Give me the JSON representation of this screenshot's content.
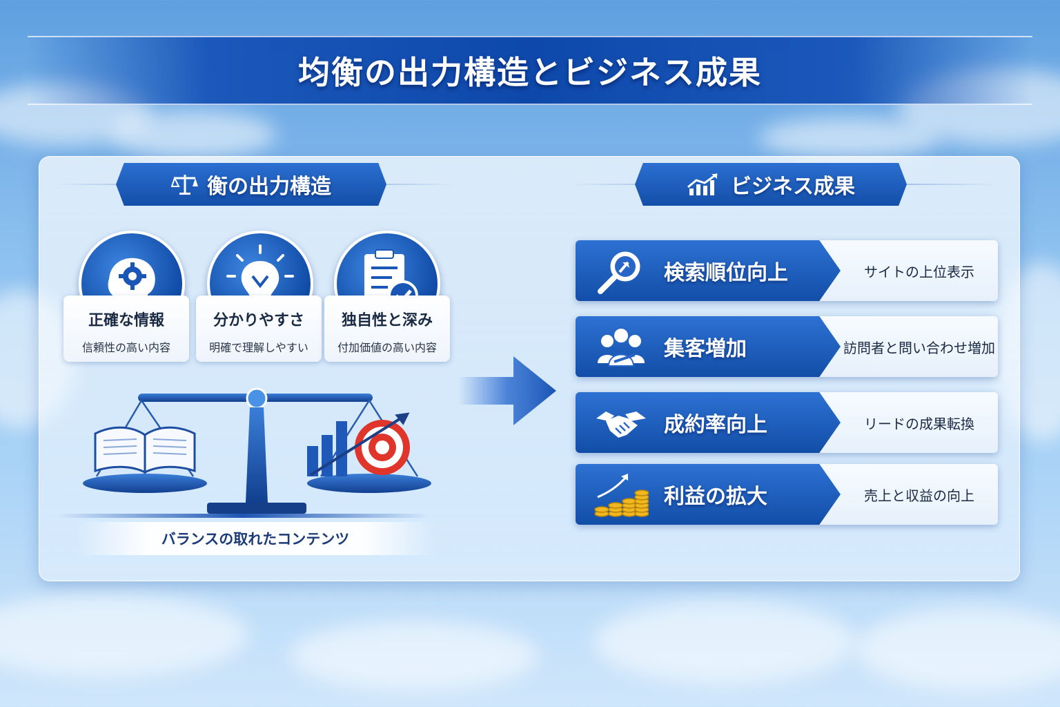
{
  "title": "均衡の出力構造とビジネス成果",
  "left_section": {
    "heading": "衡の出力構造",
    "icon": "balance-scale-icon",
    "items": [
      {
        "icon": "head-gear-icon",
        "title": "正確な情報",
        "subtitle": "信頼性の高い内容"
      },
      {
        "icon": "lightbulb-icon",
        "title": "分かりやすさ",
        "subtitle": "明確で理解しやすい"
      },
      {
        "icon": "clipboard-check-icon",
        "title": "独自性と深み",
        "subtitle": "付加価値の高い内容"
      }
    ],
    "caption": "バランスの取れたコンテンツ"
  },
  "right_section": {
    "heading": "ビジネス成果",
    "icon": "growth-chart-icon",
    "outcomes": [
      {
        "icon": "magnifier-icon",
        "label": "検索順位向上",
        "description": "サイトの上位表示"
      },
      {
        "icon": "people-icon",
        "label": "集客増加",
        "description": "訪問者と問い合わせ増加"
      },
      {
        "icon": "handshake-icon",
        "label": "成約率向上",
        "description": "リードの成果転換"
      },
      {
        "icon": "coins-icon",
        "label": "利益の拡大",
        "description": "売上と収益の向上"
      }
    ]
  },
  "colors": {
    "primary": "#134fa9",
    "accent": "#2d71d2",
    "target_red": "#e0352b",
    "coin_gold": "#f0b81e"
  }
}
